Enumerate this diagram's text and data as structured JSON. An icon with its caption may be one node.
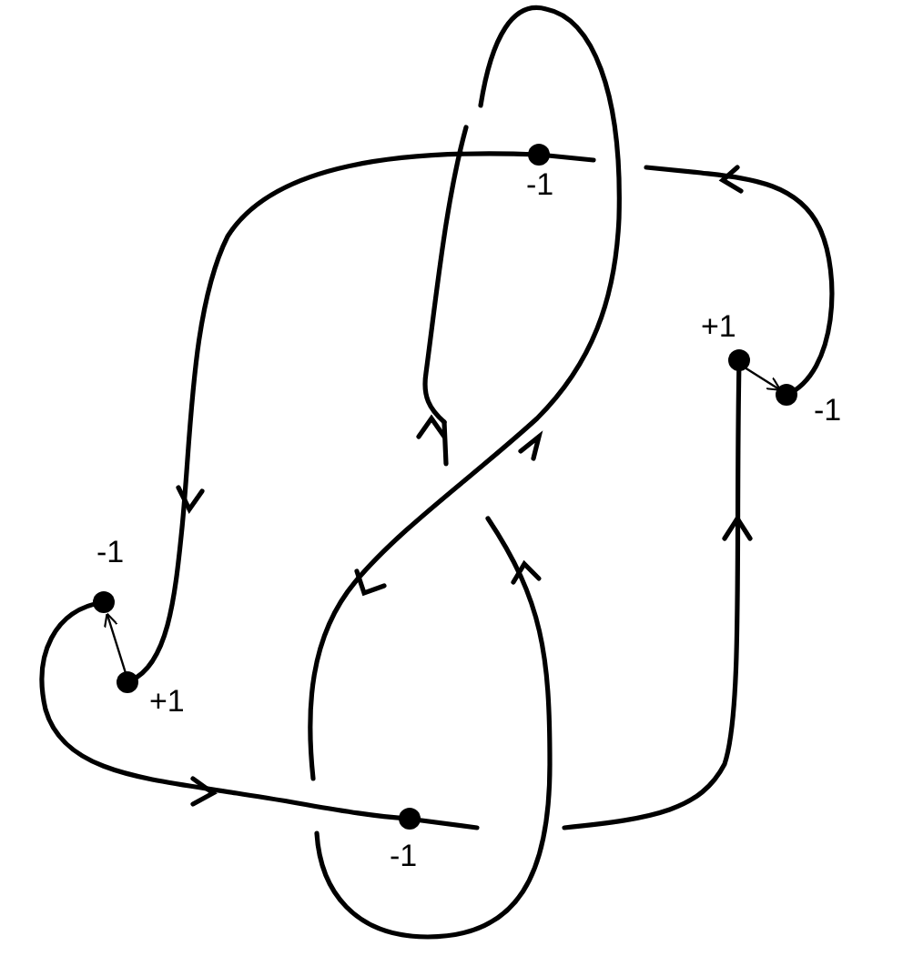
{
  "diagram": {
    "labels": [
      "-1",
      "+1",
      "-1",
      "-1",
      "+1",
      "-1"
    ]
  }
}
